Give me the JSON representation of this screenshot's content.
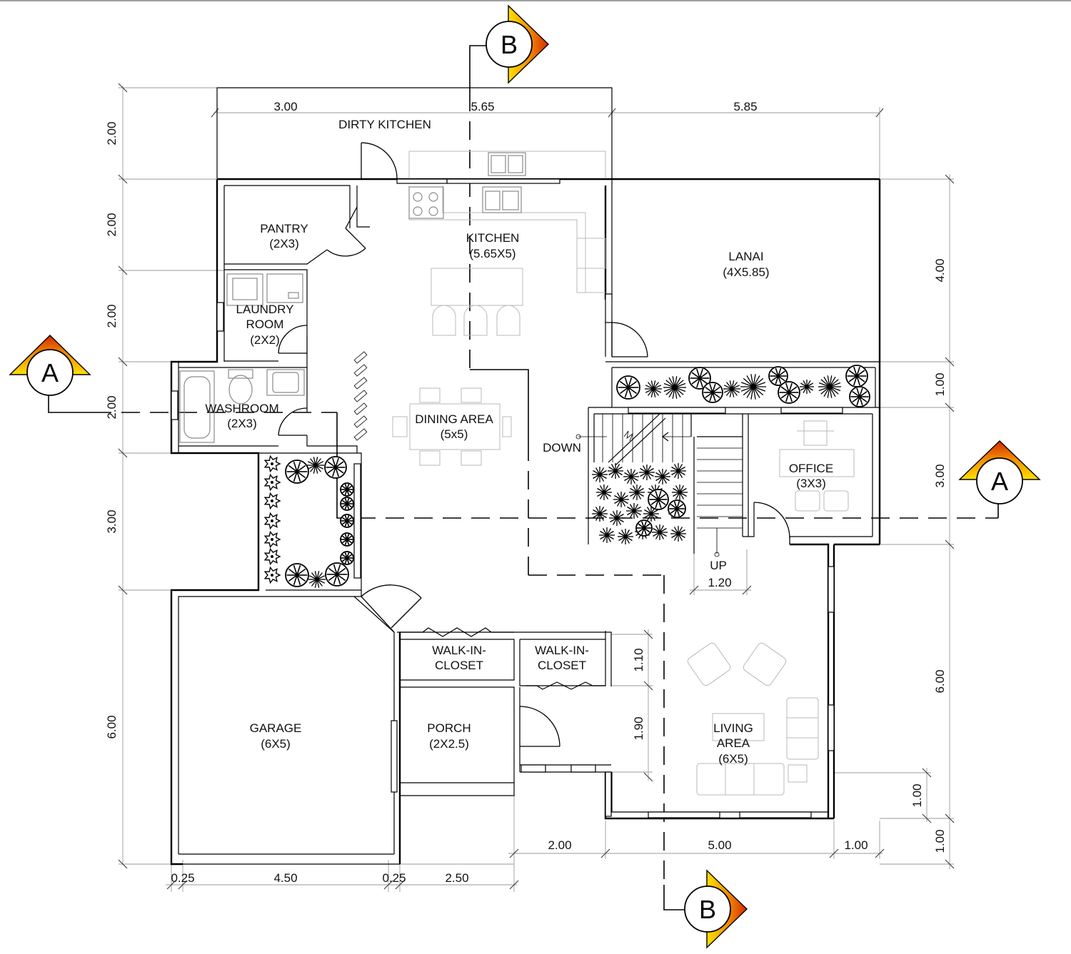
{
  "rooms": {
    "dirty_kitchen": {
      "name": "DIRTY KITCHEN"
    },
    "pantry": {
      "name": "PANTRY",
      "size": "(2X3)"
    },
    "kitchen": {
      "name": "KITCHEN",
      "size": "(5.65X5)"
    },
    "lanai": {
      "name": "LANAI",
      "size": "(4X5.85)"
    },
    "laundry": {
      "name1": "LAUNDRY",
      "name2": "ROOM",
      "size": "(2X2)"
    },
    "washroom": {
      "name": "WASHROOM",
      "size": "(2X3)"
    },
    "dining": {
      "name": "DINING AREA",
      "size": "(5x5)"
    },
    "office": {
      "name": "OFFICE",
      "size": "(3X3)"
    },
    "closet1": {
      "name1": "WALK-IN-",
      "name2": "CLOSET"
    },
    "closet2": {
      "name1": "WALK-IN-",
      "name2": "CLOSET"
    },
    "garage": {
      "name": "GARAGE",
      "size": "(6X5)"
    },
    "porch": {
      "name": "PORCH",
      "size": "(2X2.5)"
    },
    "living": {
      "name1": "LIVING",
      "name2": "AREA",
      "size": "(6X5)"
    }
  },
  "stairs": {
    "down": "DOWN",
    "up": "UP",
    "width": "1.20"
  },
  "section_markers": {
    "a": "A",
    "b": "B"
  },
  "dims": {
    "top": [
      "3.00",
      "5.65",
      "5.85"
    ],
    "left": [
      "2.00",
      "2.00",
      "2.00",
      "2.00",
      "3.00",
      "6.00"
    ],
    "right": [
      "4.00",
      "1.00",
      "3.00",
      "6.00",
      "1.00"
    ],
    "bottom_left": [
      "0.25",
      "4.50",
      "0.25",
      "2.50"
    ],
    "bottom_right": [
      "2.00",
      "5.00",
      "1.00"
    ],
    "closet_v": [
      "1.10",
      "1.90"
    ],
    "living_right": "1.00"
  },
  "colors": {
    "marker_outer": "#d93a00",
    "marker_mid": "#f08a00",
    "marker_inner": "#ffd400",
    "line": "#000000",
    "dim_line": "#9a9a9a"
  }
}
